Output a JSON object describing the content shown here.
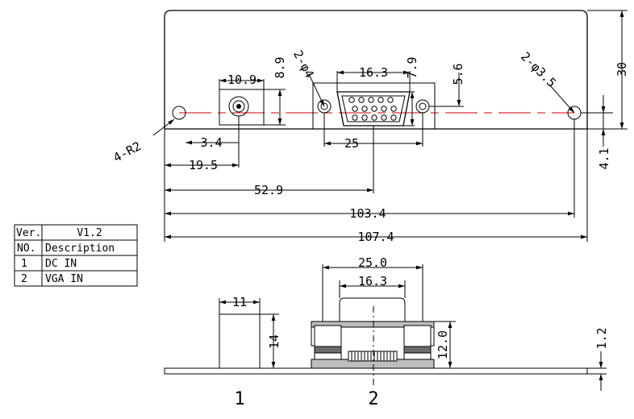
{
  "colors": {
    "line": "#000000",
    "centerline": "#d00000",
    "fill_gray": "#bdbdbd",
    "fill_dark": "#6d6d6d",
    "background": "#ffffff"
  },
  "table": {
    "version_label": "Ver.",
    "version_value": "V1.2",
    "col_no": "NO.",
    "col_description": "Description",
    "rows": [
      {
        "no": "1",
        "description": "DC IN"
      },
      {
        "no": "2",
        "description": "VGA IN"
      }
    ]
  },
  "dimensions": {
    "dc_width": "10.9",
    "dc_height": "8.9",
    "vga_width": "16.3",
    "vga_height": "7.9",
    "vga_offset": "5.6",
    "panel_height": "30",
    "holes_vga": "2-φ4",
    "holes_mount": "2-φ3.5",
    "corner_radius": "4-R2",
    "hole_to_dc": "3.4",
    "dc_center": "19.5",
    "vga_pitch": "25",
    "vga_center": "52.9",
    "hole_pitch": "103.4",
    "panel_width": "107.4",
    "hole_from_bottom": "4.1",
    "side_dc_width": "11",
    "side_dc_height": "14",
    "side_vga_width": "25.0",
    "side_vga_inner": "16.3",
    "side_vga_height": "12.0",
    "plate_thickness": "1.2"
  },
  "labels": {
    "item1": "1",
    "item2": "2"
  }
}
